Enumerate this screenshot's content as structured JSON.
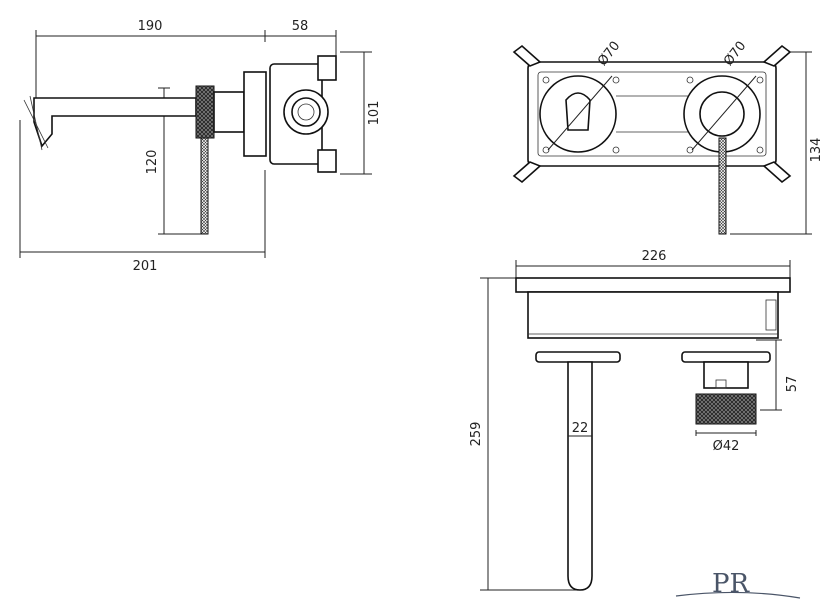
{
  "dimensions": {
    "side_spout_length": "190",
    "side_body_depth": "58",
    "side_plate_height": "101",
    "side_lever_height": "120",
    "side_overall_length": "201",
    "front_knob_diameter_left": "Ø70",
    "front_knob_diameter_right": "Ø70",
    "front_plate_height": "134",
    "top_plate_width": "226",
    "top_overall_depth": "259",
    "top_handle_depth": "57",
    "top_spout_diameter": "22",
    "top_handle_diameter": "Ø42"
  },
  "logo": {
    "text": "PR",
    "color": "#4a5568"
  }
}
